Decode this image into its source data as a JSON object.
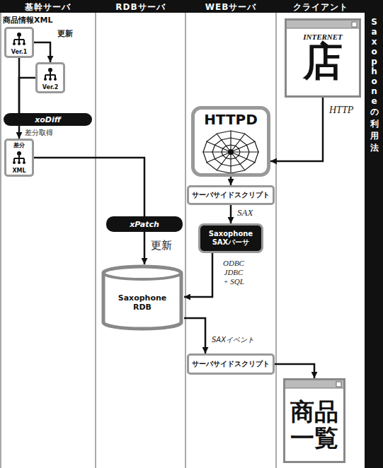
{
  "diagram": {
    "title": "Saxophoneの利用法",
    "nodes": [
      {
        "text": [
          "Ver.1"
        ]
      },
      {
        "text": [
          "Ver.2"
        ]
      },
      {
        "text": [
          "xoDiff"
        ]
      },
      {
        "text": [
          "差分",
          "XML"
        ]
      },
      {
        "text": [
          "xPatch"
        ]
      },
      {
        "text": [
          "Saxophone RDB"
        ]
      },
      {
        "text": [
          "INTERNET",
          "店"
        ]
      },
      {
        "text": [
          "HTTPD"
        ]
      },
      {
        "text": [
          "サーバサイドスクリプト"
        ]
      },
      {
        "text": [
          "Saxophone SAXパーサ"
        ]
      },
      {
        "text": [
          "サーバサイドスクリプト"
        ]
      },
      {
        "text": [
          "商品 一覧"
        ]
      }
    ],
    "edges": [
      {
        "from": 0,
        "to": 1,
        "label": "更新",
        "arrow": "to"
      },
      {
        "from": 0,
        "to": 2,
        "arrow": "none"
      },
      {
        "from": 1,
        "to": 2,
        "arrow": "none"
      },
      {
        "from": 2,
        "to": 3,
        "label": "差分取得",
        "arrow": "to"
      },
      {
        "from": 3,
        "to": 4,
        "arrow": "none"
      },
      {
        "from": 4,
        "to": 5,
        "label": "更新",
        "arrow": "to"
      },
      {
        "from": 6,
        "to": 7,
        "label": "HTTP",
        "arrow": "to"
      },
      {
        "from": 7,
        "to": 8,
        "arrow": "to"
      },
      {
        "from": 8,
        "to": 9,
        "label": "SAX",
        "arrow": "to"
      },
      {
        "from": 9,
        "to": 5,
        "label": "ODBC JDBC + SQL",
        "arrow": "to"
      },
      {
        "from": 5,
        "to": 10,
        "label": "SAXイベント",
        "arrow": "to"
      },
      {
        "from": 10,
        "to": 11,
        "arrow": "to"
      }
    ],
    "labels": [
      "基幹サーバ",
      "RDBサーバ",
      "WEBサーバ",
      "クライアント",
      "商品情報XML"
    ]
  }
}
